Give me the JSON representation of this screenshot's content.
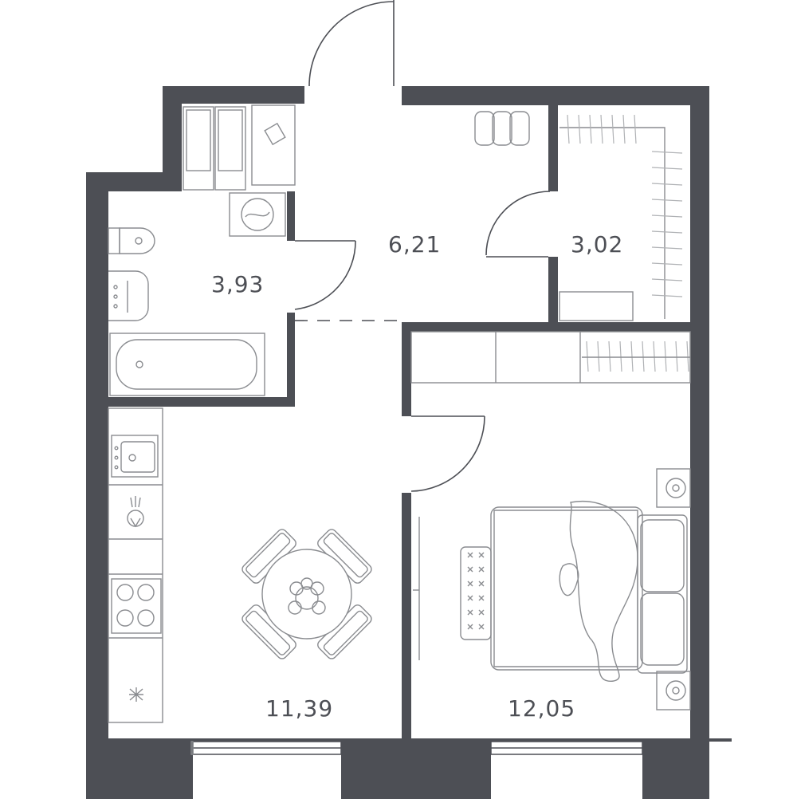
{
  "rooms": {
    "bathroom": {
      "area": "3,93"
    },
    "hallway": {
      "area": "6,21"
    },
    "wardrobe": {
      "area": "3,02"
    },
    "kitchen_living": {
      "area": "11,39"
    },
    "bedroom": {
      "area": "12,05"
    }
  },
  "colors": {
    "wall": "#4d4f55",
    "fixture": "#8a8c90",
    "background": "#ffffff"
  },
  "icons": [
    "toilet-icon",
    "sink-icon",
    "bathtub-icon",
    "washing-machine-icon",
    "water-heater-icon",
    "kitchen-sink-icon",
    "hob-icon",
    "dining-table-icon",
    "bed-icon",
    "radiator-icon",
    "wardrobe-icon",
    "shoe-rack-icon"
  ]
}
